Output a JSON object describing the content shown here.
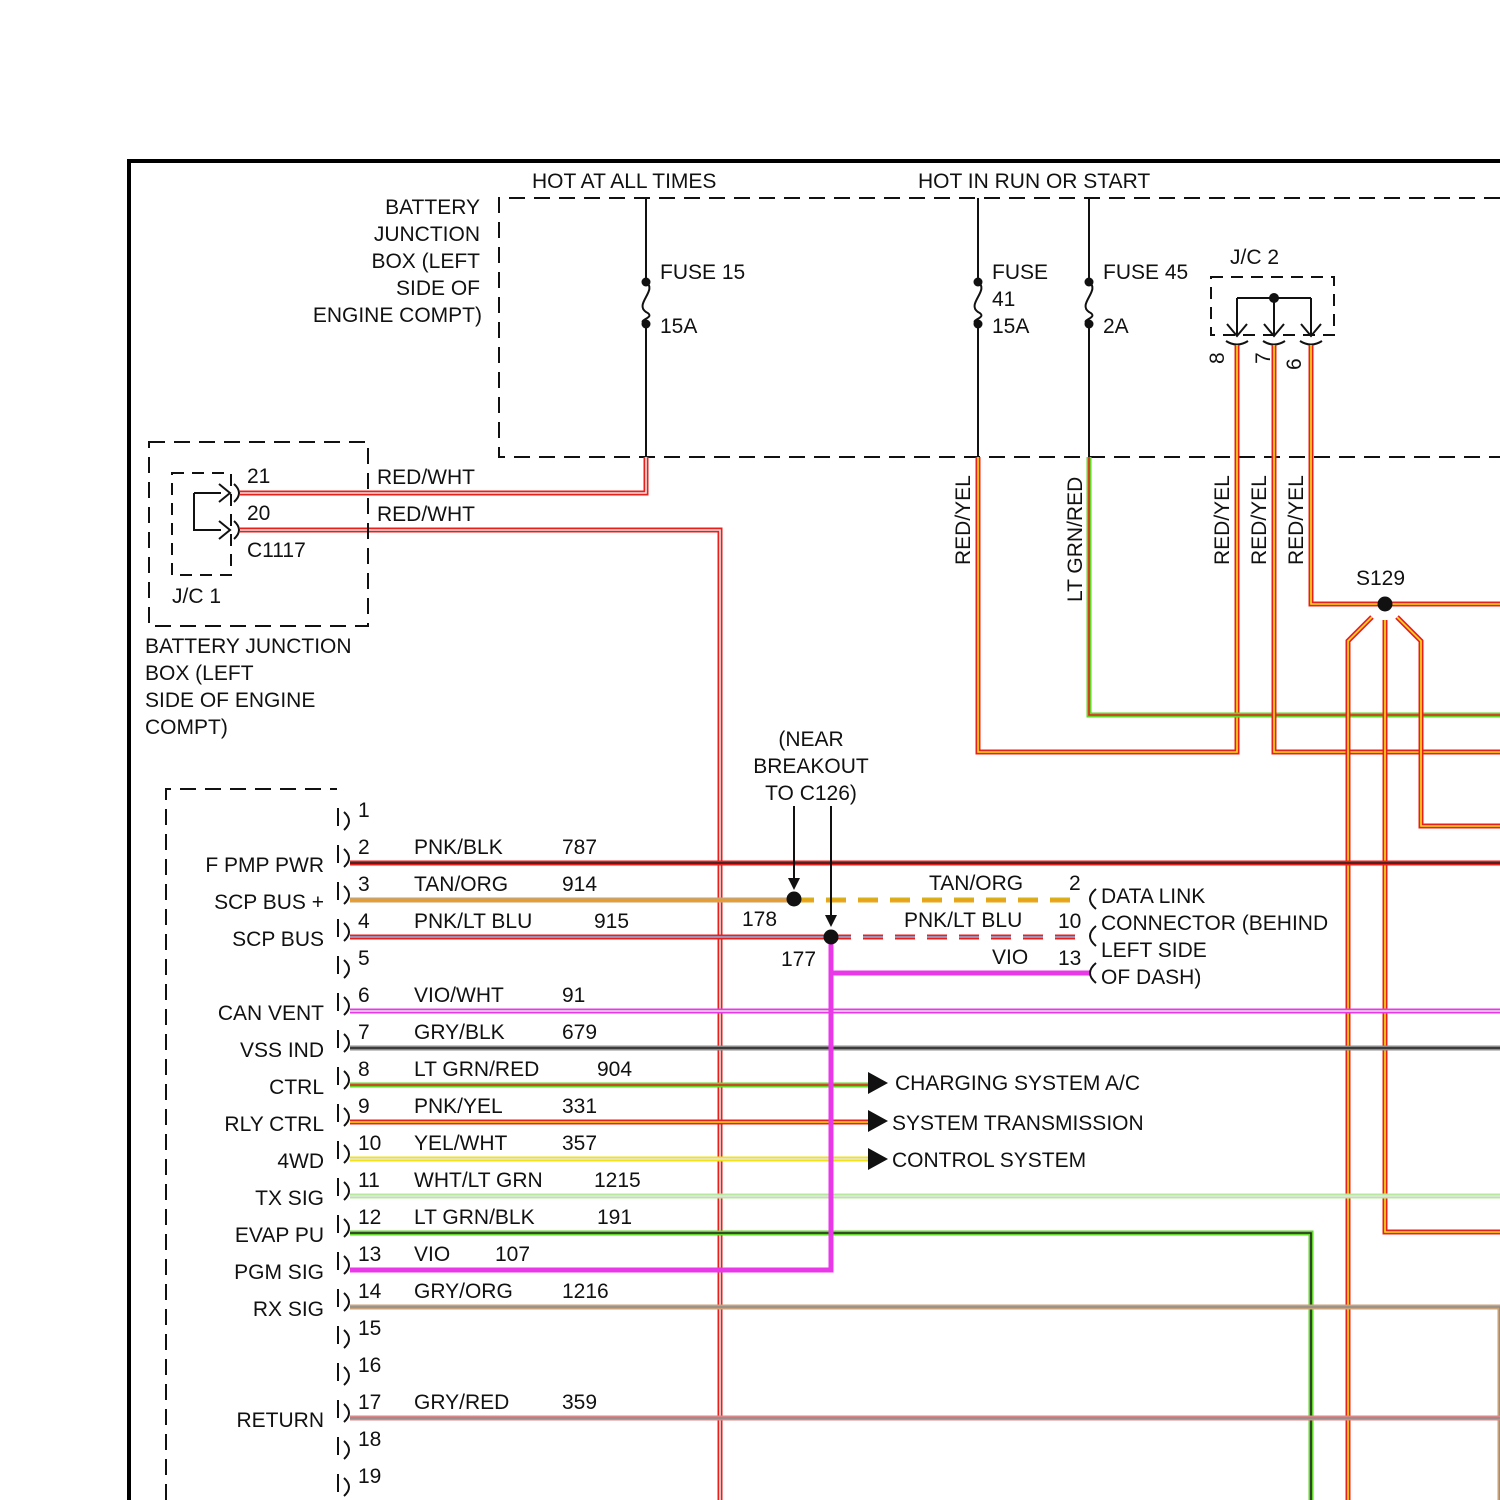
{
  "colors": {
    "RED": "#e8201c",
    "YEL": "#f2e21a",
    "PNK": "#f08aa0",
    "BLK": "#222222",
    "TAN": "#c9a36a",
    "ORG": "#f39a1c",
    "LTBLU": "#7fb8f0",
    "VIO": "#e838e8",
    "WHT": "#e6e6e6",
    "GRY": "#8c8c8c",
    "LTGRN": "#62d62a",
    "GRN": "#3aa82a"
  },
  "headers": {
    "hot_all_times": "HOT AT ALL TIMES",
    "hot_run_start": "HOT IN RUN OR START"
  },
  "bjb_top": {
    "line1": "BATTERY",
    "line2": "JUNCTION",
    "line3": "BOX (LEFT",
    "line4": "SIDE OF",
    "line5": "ENGINE COMPT)"
  },
  "fuses": {
    "f15_name": "FUSE 15",
    "f15_amp": "15A",
    "f41_name": "FUSE",
    "f41_num": "41",
    "f41_amp": "15A",
    "f45_name": "FUSE 45",
    "f45_amp": "2A"
  },
  "jc2": {
    "label": "J/C 2",
    "pin8": "8",
    "pin7": "7",
    "pin6": "6"
  },
  "jc1": {
    "pin21": "21",
    "pin20": "20",
    "connector": "C1117",
    "label": "J/C 1",
    "wire21": "RED/WHT",
    "wire20": "RED/WHT"
  },
  "bjb_left": {
    "line1": "BATTERY JUNCTION",
    "line2": "BOX (LEFT",
    "line3": "SIDE OF ENGINE",
    "line4": "COMPT)"
  },
  "vertical_wires": {
    "fuse41_wire": "RED/YEL",
    "fuse45_wire": "LT GRN/RED",
    "jc2_8_wire": "RED/YEL",
    "jc2_7_wire": "RED/YEL",
    "jc2_6_wire": "RED/YEL"
  },
  "splice": {
    "label": "S129"
  },
  "near_breakout": {
    "line1": "(NEAR",
    "line2": "BREAKOUT",
    "line3": "TO C126)"
  },
  "splices_scp": {
    "s178": "178",
    "s177": "177"
  },
  "dlc": {
    "wire2": "TAN/ORG",
    "pin2": "2",
    "wire10": "PNK/LT BLU",
    "pin10": "10",
    "wire13": "VIO",
    "pin13": "13",
    "line1": "DATA LINK",
    "line2": "CONNECTOR (BEHIND",
    "line3": "LEFT SIDE",
    "line4": "OF DASH)"
  },
  "destinations": {
    "d1": "CHARGING SYSTEM A/C",
    "d2": "SYSTEM TRANSMISSION",
    "d3": "CONTROL SYSTEM"
  },
  "pcm_pins": [
    {
      "pin": "1",
      "signal": "",
      "color": "",
      "circuit": ""
    },
    {
      "pin": "2",
      "signal": "F PMP PWR",
      "color": "PNK/BLK",
      "circuit": "787"
    },
    {
      "pin": "3",
      "signal": "SCP BUS +",
      "color": "TAN/ORG",
      "circuit": "914"
    },
    {
      "pin": "4",
      "signal": "SCP BUS",
      "color": "PNK/LT BLU",
      "circuit": "915"
    },
    {
      "pin": "5",
      "signal": "",
      "color": "",
      "circuit": ""
    },
    {
      "pin": "6",
      "signal": "CAN VENT",
      "color": "VIO/WHT",
      "circuit": "91"
    },
    {
      "pin": "7",
      "signal": "VSS IND",
      "color": "GRY/BLK",
      "circuit": "679"
    },
    {
      "pin": "8",
      "signal": "CTRL",
      "color": "LT GRN/RED",
      "circuit": "904"
    },
    {
      "pin": "9",
      "signal": "RLY CTRL",
      "color": "PNK/YEL",
      "circuit": "331"
    },
    {
      "pin": "10",
      "signal": "4WD",
      "color": "YEL/WHT",
      "circuit": "357"
    },
    {
      "pin": "11",
      "signal": "TX SIG",
      "color": "WHT/LT GRN",
      "circuit": "1215"
    },
    {
      "pin": "12",
      "signal": "EVAP PU",
      "color": "LT GRN/BLK",
      "circuit": "191"
    },
    {
      "pin": "13",
      "signal": "PGM SIG",
      "color": "VIO",
      "circuit": "107"
    },
    {
      "pin": "14",
      "signal": "RX SIG",
      "color": "GRY/ORG",
      "circuit": "1216"
    },
    {
      "pin": "15",
      "signal": "",
      "color": "",
      "circuit": ""
    },
    {
      "pin": "16",
      "signal": "",
      "color": "",
      "circuit": ""
    },
    {
      "pin": "17",
      "signal": "RETURN",
      "color": "GRY/RED",
      "circuit": "359"
    },
    {
      "pin": "18",
      "signal": "",
      "color": "",
      "circuit": ""
    },
    {
      "pin": "19",
      "signal": "",
      "color": "",
      "circuit": ""
    }
  ]
}
